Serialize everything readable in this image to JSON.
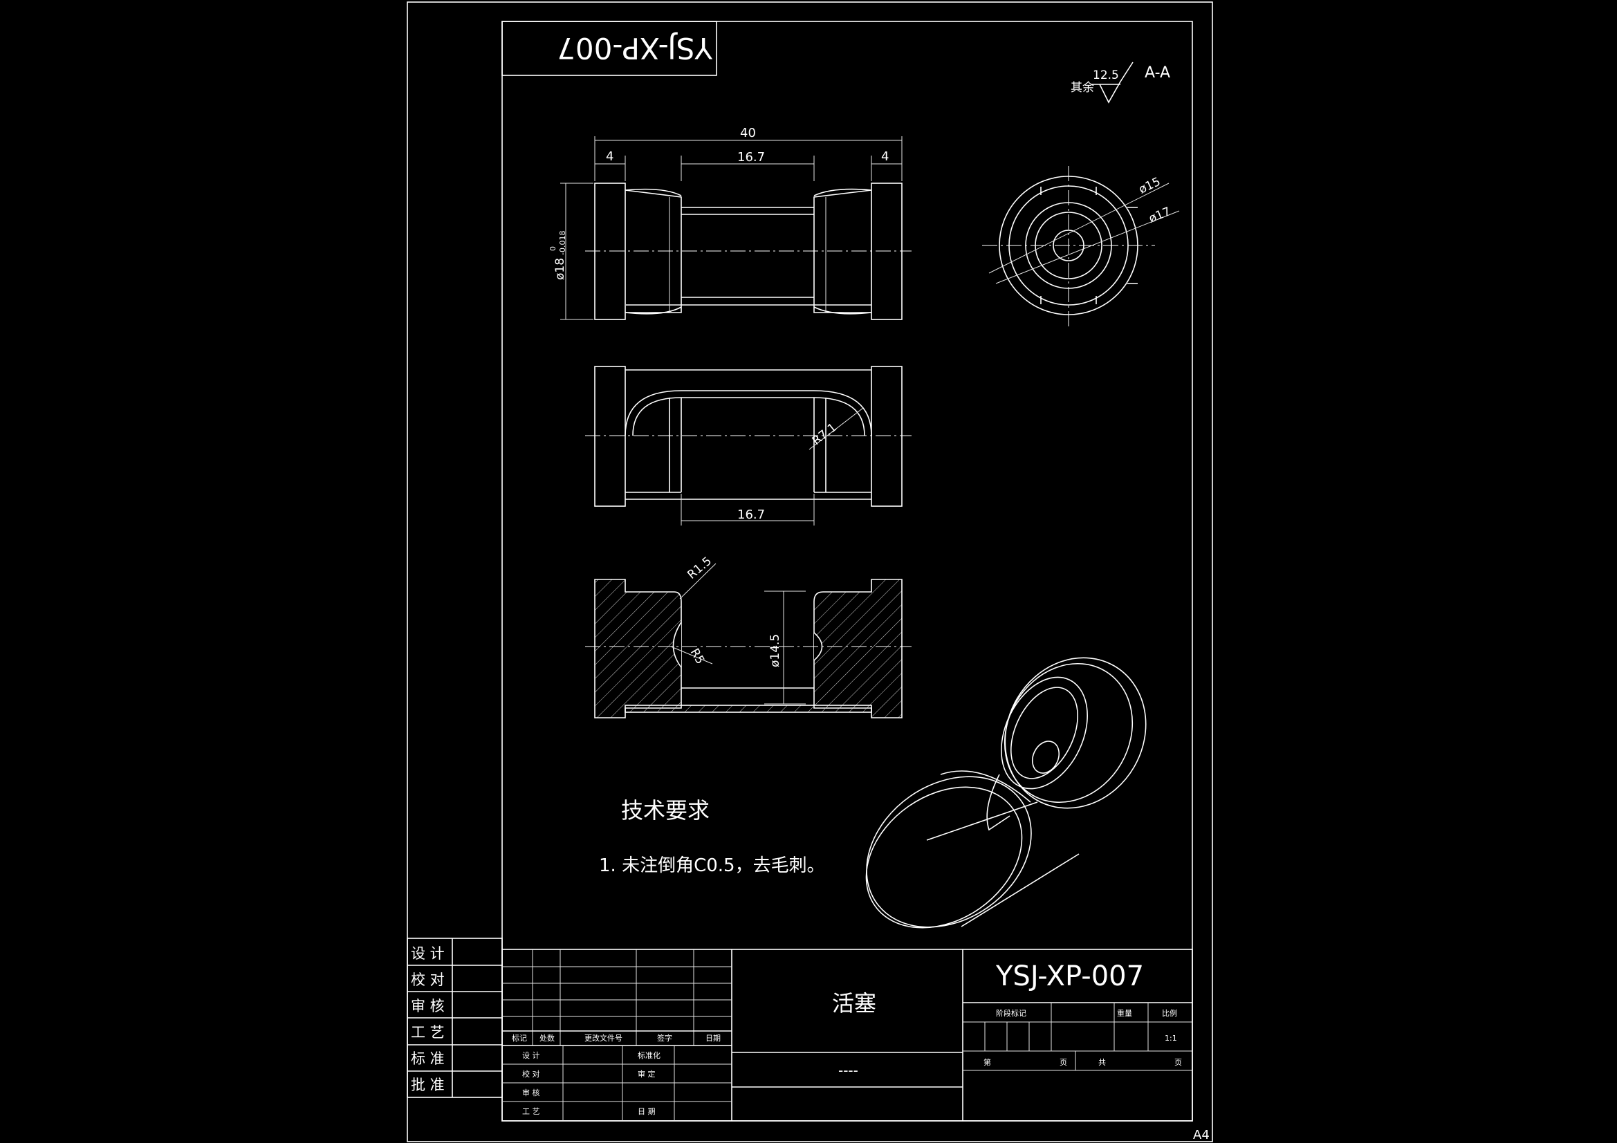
{
  "drawing_number": "YSJ-XP-007",
  "drawing_number_mirrored": "YSJ-XP-007",
  "part_name": "活塞",
  "material": "----",
  "roughness": {
    "prefix": "其余",
    "value": "12.5"
  },
  "section_label": "A-A",
  "paper_size": "A4",
  "scale": "1:1",
  "dimensions": {
    "overall_length": "40",
    "end_left": "4",
    "end_right": "4",
    "middle_top": "16.7",
    "middle_bottom": "16.7",
    "diameter_main": "ø18",
    "diameter_tol_upper": "0",
    "diameter_tol_lower": "-0.018",
    "dia_15": "ø15",
    "dia_17": "ø17",
    "radius_7_1": "R7.1",
    "radius_1_5": "R1.5",
    "radius_5": "R5",
    "dia_14_5": "ø14.5"
  },
  "tech_requirements": {
    "title": "技术要求",
    "items": [
      "1.  未注倒角C0.5，去毛刺。"
    ]
  },
  "side_block": [
    "设 计",
    "校 对",
    "审 核",
    "工 艺",
    "标 准",
    "批 准"
  ],
  "title_block": {
    "rev_headers": [
      "标记",
      "处数",
      "更改文件号",
      "签字",
      "日期"
    ],
    "sign_rows": [
      {
        "left": "设 计",
        "right": "标准化"
      },
      {
        "left": "校 对",
        "right": "审 定"
      },
      {
        "left": "审 核",
        "right": ""
      },
      {
        "left": "工 艺",
        "right": "日 期"
      }
    ],
    "stage_label": "阶段标记",
    "weight_label": "重量",
    "scale_label": "比例",
    "sheet_label": "第",
    "page_label": "页",
    "total_label": "共",
    "page_label2": "页"
  }
}
